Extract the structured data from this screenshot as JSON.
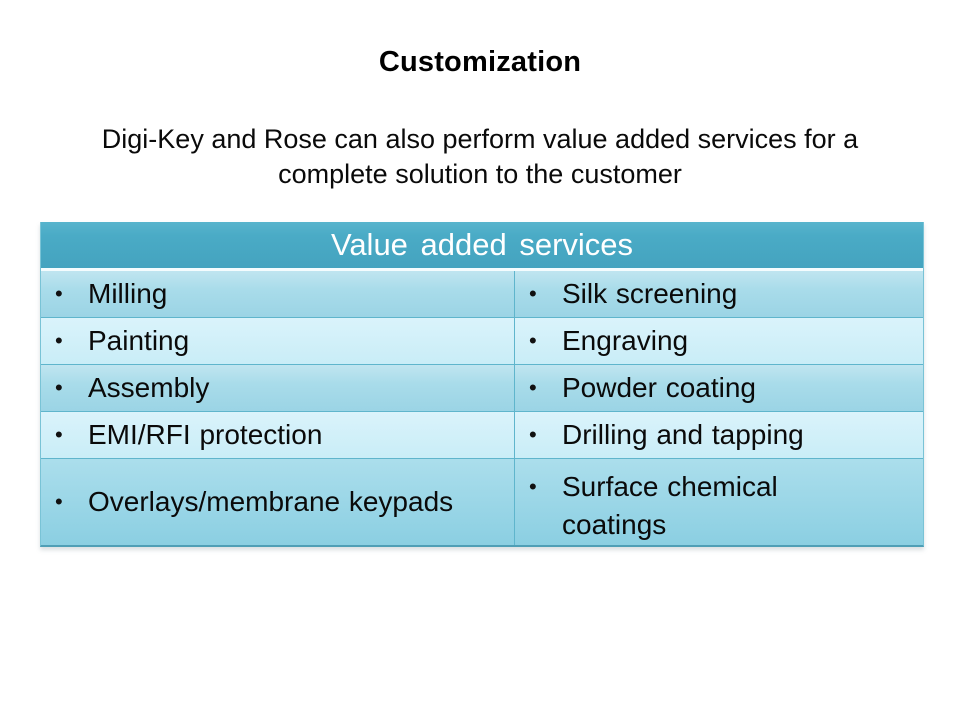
{
  "slide": {
    "title": "Customization",
    "subtitle_line1": "Digi-Key and Rose can also perform value added services for a",
    "subtitle_line2": "complete solution to the customer"
  },
  "table": {
    "header": "Value added services",
    "bullet": "•",
    "rows": [
      {
        "left": "Milling",
        "right": "Silk screening"
      },
      {
        "left": "Painting",
        "right": "Engraving"
      },
      {
        "left": "Assembly",
        "right": "Powder coating"
      },
      {
        "left": "EMI/RFI protection",
        "right": "Drilling and tapping"
      },
      {
        "left": "Overlays/membrane keypads",
        "right": "Surface chemical coatings"
      }
    ]
  },
  "colors": {
    "header_bg": "#4aacc6",
    "header_text": "#ffffff",
    "row_band_dark": "#a5d9e8",
    "row_band_light": "#cdeef8",
    "row_last": "#94d2e4",
    "table_border": "#5fb5cc",
    "body_text": "#0a0a0a",
    "background": "#ffffff"
  }
}
